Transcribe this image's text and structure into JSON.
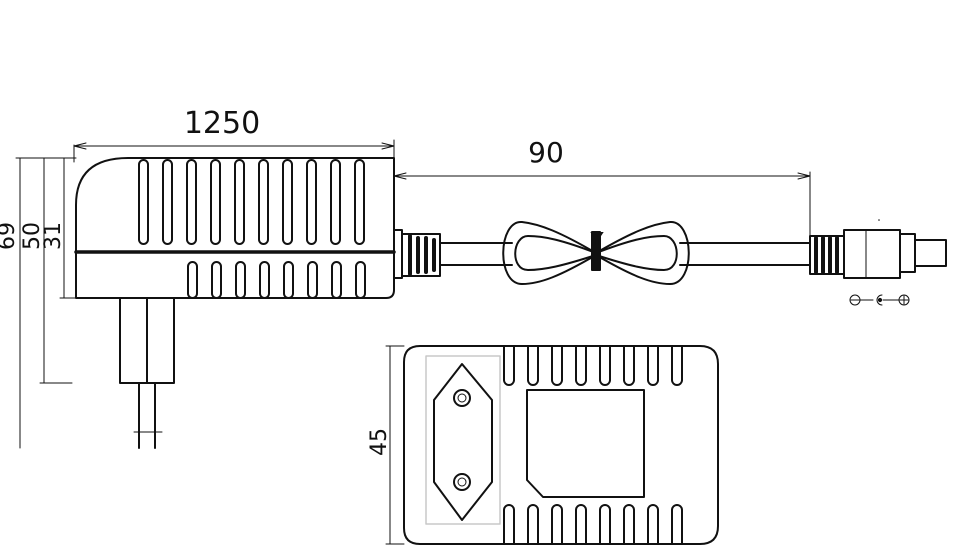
{
  "dimensions": {
    "width": "1250",
    "cable_length": "90",
    "height_total": "69",
    "height_plug": "50",
    "height_body": "31",
    "height_front": "45"
  },
  "cable_tie_mark": "Y",
  "colors": {
    "line": "#111111",
    "outline_light": "#c8c8c8",
    "background": "#ffffff"
  },
  "icons": {
    "polarity": "negative-center-positive-polarity-icon"
  }
}
